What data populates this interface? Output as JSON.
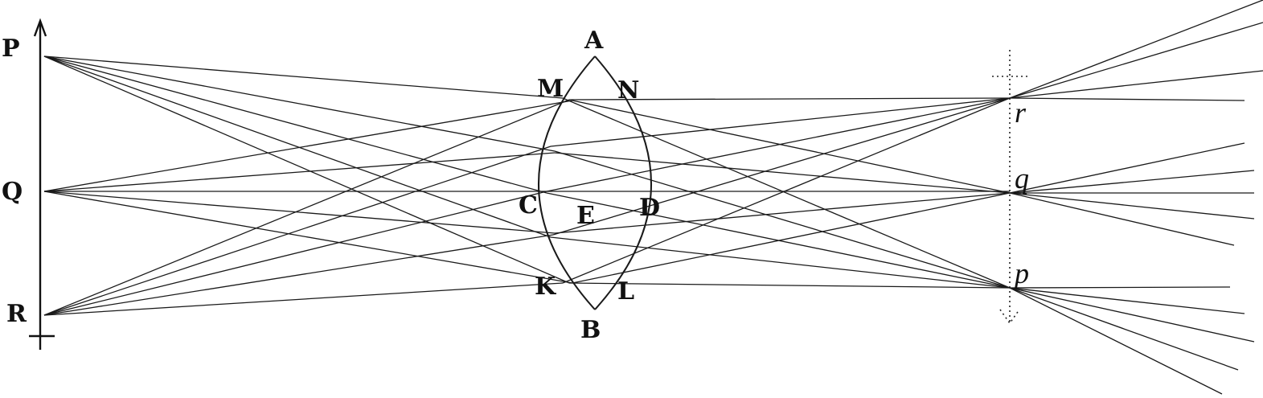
{
  "labels": {
    "P": "P",
    "Q": "Q",
    "R": "R",
    "A": "A",
    "B": "B",
    "C": "C",
    "D": "D",
    "E": "E",
    "M": "M",
    "N": "N",
    "K": "K",
    "L": "L",
    "r": "r",
    "q": "q",
    "p": "p"
  },
  "colors": {
    "ink": "#1a1a1a",
    "paper": "#ffffff"
  }
}
